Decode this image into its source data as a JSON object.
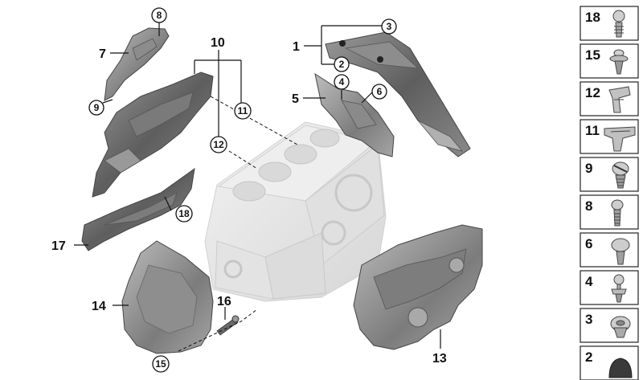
{
  "diagram": {
    "callouts_plain": [
      {
        "id": "c1",
        "text": "1"
      },
      {
        "id": "c5",
        "text": "5"
      },
      {
        "id": "c7",
        "text": "7"
      },
      {
        "id": "c10",
        "text": "10"
      },
      {
        "id": "c13",
        "text": "13"
      },
      {
        "id": "c14",
        "text": "14"
      },
      {
        "id": "c16",
        "text": "16"
      },
      {
        "id": "c17",
        "text": "17"
      }
    ],
    "callouts_circled": [
      {
        "id": "c2",
        "text": "2"
      },
      {
        "id": "c3",
        "text": "3"
      },
      {
        "id": "c4",
        "text": "4"
      },
      {
        "id": "c6",
        "text": "6"
      },
      {
        "id": "c8",
        "text": "8"
      },
      {
        "id": "c9",
        "text": "9"
      },
      {
        "id": "c11",
        "text": "11"
      },
      {
        "id": "c12",
        "text": "12"
      },
      {
        "id": "c15",
        "text": "15"
      },
      {
        "id": "c18",
        "text": "18"
      }
    ]
  },
  "legend": {
    "items": [
      {
        "num": "18",
        "icon": "rivet-clip-icon"
      },
      {
        "num": "15",
        "icon": "expanding-rivet-icon"
      },
      {
        "num": "12",
        "icon": "spring-clip-icon"
      },
      {
        "num": "11",
        "icon": "retaining-clip-icon"
      },
      {
        "num": "9",
        "icon": "slotted-screw-icon"
      },
      {
        "num": "8",
        "icon": "torx-bolt-icon"
      },
      {
        "num": "6",
        "icon": "collar-screw-icon"
      },
      {
        "num": "4",
        "icon": "ball-stud-icon"
      },
      {
        "num": "3",
        "icon": "push-nut-icon"
      },
      {
        "num": "2",
        "icon": "grommet-icon"
      }
    ]
  },
  "colors": {
    "part_dark": "#6f6f6f",
    "part_mid": "#9a9a9a",
    "part_light": "#c9c9c9",
    "engine_block": "#e6e6e6",
    "line": "#111111",
    "legend_border": "#222222"
  }
}
